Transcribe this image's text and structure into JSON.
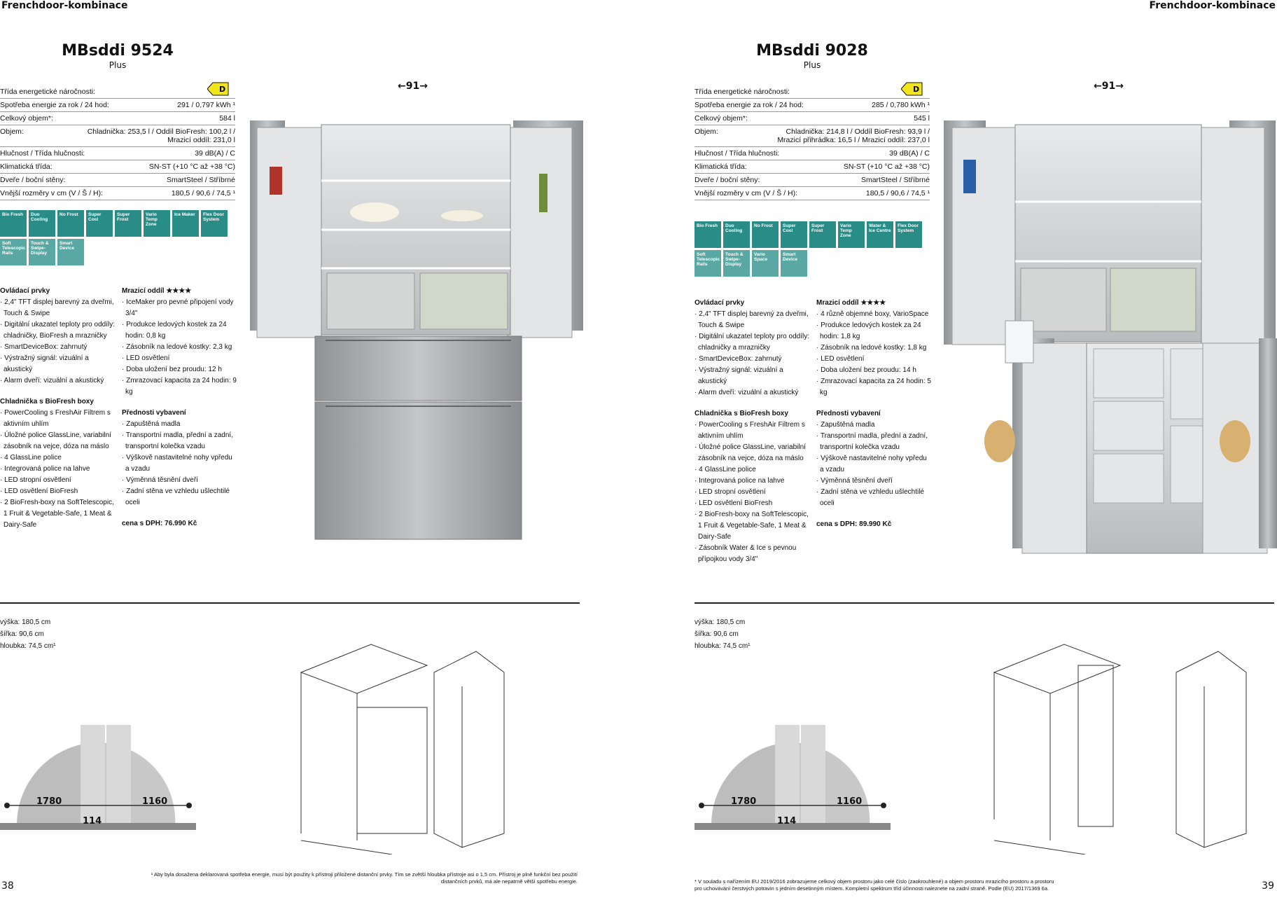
{
  "left": {
    "header": "Frenchdoor-kombinace",
    "model": "MBsddi 9524",
    "line": "Plus",
    "energy_class": "D",
    "width_label": "←91→",
    "specs": [
      {
        "label": "Třída energetické náročnosti:",
        "value": ""
      },
      {
        "label": "Spotřeba energie za rok / 24 hod:",
        "value": "291 / 0,797 kWh ¹"
      },
      {
        "label": "Celkový objem*:",
        "value": "584 l"
      },
      {
        "label": "Objem:",
        "value": "Chladnička: 253,5 l / Oddíl BioFresh: 100,2 l / Mrazicí oddíl: 231,0 l"
      },
      {
        "label": "Hlučnost / Třída hlučnosti:",
        "value": "39 dB(A) / C"
      },
      {
        "label": "Klimatická třída:",
        "value": "SN-ST (+10 °C až +38 °C)"
      },
      {
        "label": "Dveře / boční stěny:",
        "value": "SmartSteel / Stříbrné"
      },
      {
        "label": "Vnější rozměry v cm (V / Š / H):",
        "value": "180,5 / 90,6 / 74,5 ¹"
      }
    ],
    "badges": [
      "Bio Fresh",
      "Duo Cooling",
      "No Frost",
      "Super Cool",
      "Super Frost",
      "Vario Temp Zone",
      "Ice Maker",
      "Flex Door System",
      "Soft Telescopic Rails",
      "Touch & Swipe-Display",
      "Smart Device"
    ],
    "controls_title": "Ovládací prvky",
    "controls": [
      "· 2,4\" TFT displej barevný za dveřmi, Touch & Swipe",
      "· Digitální ukazatel teploty pro oddíly: chladničky, BioFresh a mrazničky",
      "· SmartDeviceBox: zahrnutý",
      "· Výstražný signál: vizuální a akustický",
      "· Alarm dveří: vizuální a akustický"
    ],
    "freezer_title": "Mrazicí oddíl ★★★★",
    "freezer": [
      "· IceMaker pro pevné připojení vody 3/4\"",
      "· Produkce ledových kostek za 24 hodin: 0,8 kg",
      "· Zásobník na ledové kostky: 2,3 kg",
      "· LED osvětlení",
      "· Doba uložení bez proudu: 12 h",
      "· Zmrazovací kapacita za 24 hodin: 9 kg"
    ],
    "fridge_title": "Chladnička s BioFresh boxy",
    "fridge": [
      "· PowerCooling s FreshAir Filtrem s aktivním uhlím",
      "· Úložné police GlassLine, variabilní zásobník na vejce, dóza na máslo",
      "· 4 GlassLine police",
      "· Integrovaná police na lahve",
      "· LED stropní osvětlení",
      "· LED osvětlení BioFresh",
      "· 2 BioFresh-boxy na SoftTelescopic, 1 Fruit & Vegetable-Safe, 1 Meat & Dairy-Safe"
    ],
    "features_title": "Přednosti vybavení",
    "features": [
      "· Zapuštěná madla",
      "· Transportní madla, přední a zadní, transportní kolečka vzadu",
      "· Výškově nastavitelné nohy vpředu a vzadu",
      "· Výměnná těsnění dveří",
      "· Zadní stěna ve vzhledu ušlechtilé oceli"
    ],
    "price": "cena s DPH: 76.990 Kč",
    "dims": [
      "výška:   180,5 cm",
      "šířka:   90,6 cm",
      "hloubka:  74,5 cm¹"
    ],
    "clear_left": "1780",
    "clear_right": "1160",
    "clear_mid": "114",
    "footnote": "¹ Aby byla dosažena deklarovaná spotřeba energie, musí být použity k přístroji přiložené distanční prvky. Tím se zvětší hloubka přístroje asi o 1,5 cm. Přístroj je plně funkční bez použití distančních prvků, má ale nepatrně větší spotřebu energie.",
    "page": "38"
  },
  "right": {
    "header": "Frenchdoor-kombinace",
    "model": "MBsddi 9028",
    "line": "Plus",
    "energy_class": "D",
    "width_label": "←91→",
    "specs": [
      {
        "label": "Třída energetické náročnosti:",
        "value": ""
      },
      {
        "label": "Spotřeba energie za rok / 24 hod:",
        "value": "285 / 0,780 kWh ¹"
      },
      {
        "label": "Celkový objem*:",
        "value": "545 l"
      },
      {
        "label": "Objem:",
        "value": "Chladnička: 214,8 l / Oddíl BioFresh: 93,9 l / Mrazicí přihrádka: 16,5 l / Mrazicí oddíl: 237,0 l"
      },
      {
        "label": "Hlučnost / Třída hlučnosti:",
        "value": "39 dB(A) / C"
      },
      {
        "label": "Klimatická třída:",
        "value": "SN-ST (+10 °C až +38 °C)"
      },
      {
        "label": "Dveře / boční stěny:",
        "value": "SmartSteel / Stříbrné"
      },
      {
        "label": "Vnější rozměry v cm (V / Š / H):",
        "value": "180,5 / 90,6 / 74,5 ¹"
      }
    ],
    "badges": [
      "Bio Fresh",
      "Duo Cooling",
      "No Frost",
      "Super Cool",
      "Super Frost",
      "Vario Temp Zone",
      "Water & Ice Centre",
      "Flex Door System",
      "Soft Telescopic Rails",
      "Touch & Swipe-Display",
      "Vario Space",
      "Smart Device"
    ],
    "controls_title": "Ovládací prvky",
    "controls": [
      "· 2,4\" TFT displej barevný za dveřmi, Touch & Swipe",
      "· Digitální ukazatel teploty pro oddíly: chladničky a mrazničky",
      "· SmartDeviceBox: zahrnutý",
      "· Výstražný signál: vizuální a akustický",
      "· Alarm dveří: vizuální a akustický"
    ],
    "freezer_title": "Mrazicí oddíl ★★★★",
    "freezer": [
      "· 4 různě objemné boxy, VarioSpace",
      "· Produkce ledových kostek za 24 hodin: 1,8 kg",
      "· Zásobník na ledové kostky: 1,8 kg",
      "· LED osvětlení",
      "· Doba uložení bez proudu: 14 h",
      "· Zmrazovací kapacita za 24 hodin: 5 kg"
    ],
    "fridge_title": "Chladnička s BioFresh boxy",
    "fridge": [
      "· PowerCooling s FreshAir Filtrem s aktivním uhlím",
      "· Úložné police GlassLine, variabilní zásobník na vejce, dóza na máslo",
      "· 4 GlassLine police",
      "· Integrovaná police na lahve",
      "· LED stropní osvětlení",
      "· LED osvětlení BioFresh",
      "· 2 BioFresh-boxy na SoftTelescopic, 1 Fruit & Vegetable-Safe, 1 Meat & Dairy-Safe",
      "· Zásobník Water & Ice s pevnou přípojkou vody 3/4\""
    ],
    "features_title": "Přednosti vybavení",
    "features": [
      "· Zapuštěná madla",
      "· Transportní madla, přední a zadní, transportní kolečka vzadu",
      "· Výškově nastavitelné nohy vpředu a vzadu",
      "· Výměnná těsnění dveří",
      "· Zadní stěna ve vzhledu ušlechtilé oceli"
    ],
    "price": "cena s DPH: 89.990 Kč",
    "dims": [
      "výška:   180,5 cm",
      "šířka:   90,6 cm",
      "hloubka:  74,5 cm¹"
    ],
    "clear_left": "1780",
    "clear_right": "1160",
    "clear_mid": "114",
    "footnote": "* V souladu s nařízením EU 2019/2016 zobrazujeme celkový objem prostoru jako celé číslo (zaokrouhlené) a objem prostoru mrazicího prostoru a prostoru pro uchovávání čerstvých potravin s jedním desetinným místem. Kompletní spektrum tříd účinnosti naleznete na zadní straně. Podle (EU) 2017/1369 6a.",
    "page": "39"
  },
  "colors": {
    "badge": "#2a8c86",
    "badge_light": "#5aa8a3",
    "energy": "#f2e51c"
  }
}
